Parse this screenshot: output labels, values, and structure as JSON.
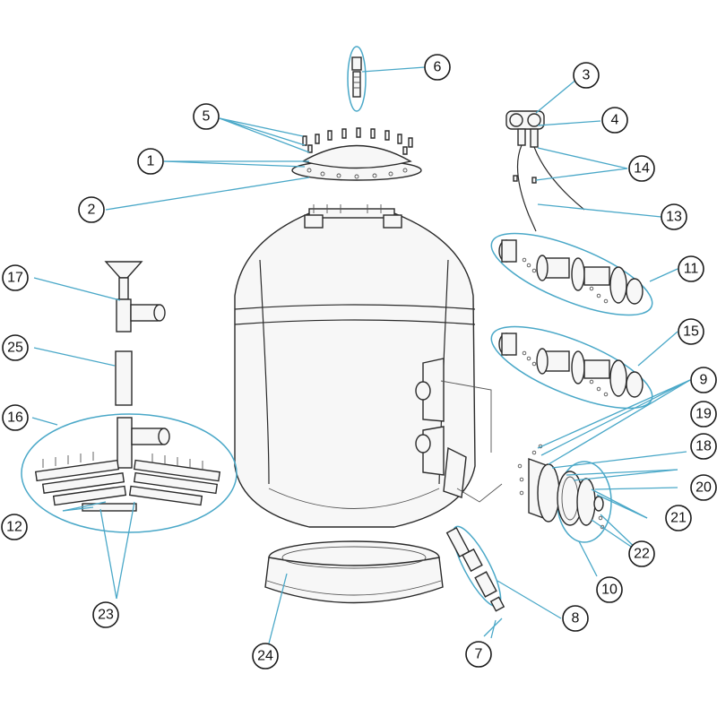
{
  "colors": {
    "leader": "#4aa8c8",
    "outline": "#2a2a2a",
    "part_fill": "#f7f7f7",
    "background": "#ffffff"
  },
  "callouts": [
    {
      "id": "1",
      "label": "1"
    },
    {
      "id": "2",
      "label": "2"
    },
    {
      "id": "3",
      "label": "3"
    },
    {
      "id": "4",
      "label": "4"
    },
    {
      "id": "5",
      "label": "5"
    },
    {
      "id": "6",
      "label": "6"
    },
    {
      "id": "7",
      "label": "7"
    },
    {
      "id": "8",
      "label": "8"
    },
    {
      "id": "9",
      "label": "9"
    },
    {
      "id": "10",
      "label": "10"
    },
    {
      "id": "11",
      "label": "11"
    },
    {
      "id": "12",
      "label": "12"
    },
    {
      "id": "13",
      "label": "13"
    },
    {
      "id": "14",
      "label": "14"
    },
    {
      "id": "15",
      "label": "15"
    },
    {
      "id": "16",
      "label": "16"
    },
    {
      "id": "17",
      "label": "17"
    },
    {
      "id": "18",
      "label": "18"
    },
    {
      "id": "19",
      "label": "19"
    },
    {
      "id": "20",
      "label": "20"
    },
    {
      "id": "21",
      "label": "21"
    },
    {
      "id": "22",
      "label": "22"
    },
    {
      "id": "23",
      "label": "23"
    },
    {
      "id": "24",
      "label": "24"
    },
    {
      "id": "25",
      "label": "25"
    }
  ]
}
